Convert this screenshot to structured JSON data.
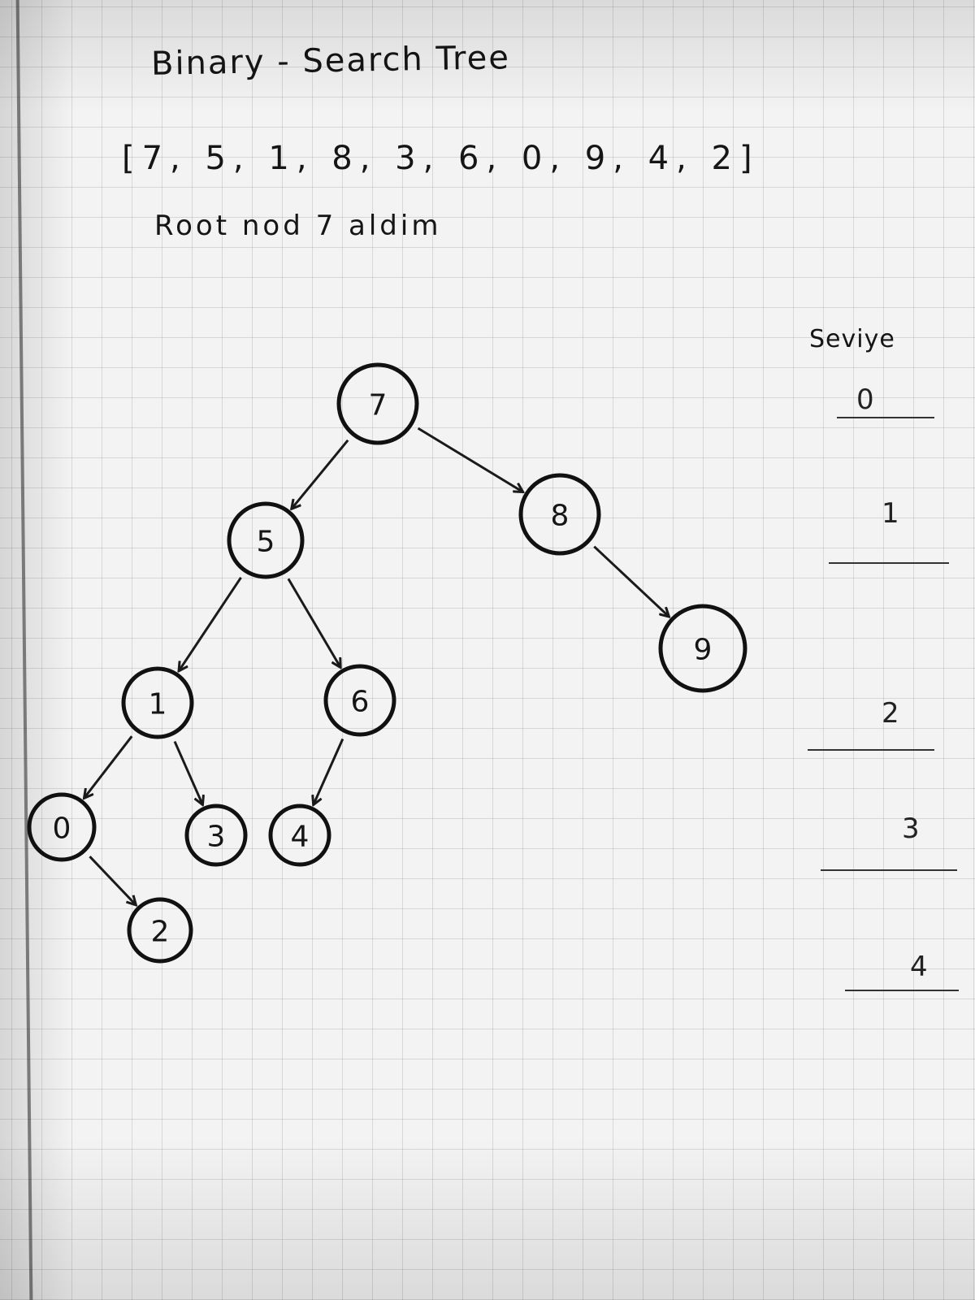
{
  "title": "Binary - Search Tree",
  "sequence": "[7, 5, 1, 8, 3, 6, 0, 9, 4, 2]",
  "root_note": "Root nod 7 aldim",
  "tree": {
    "nodes": [
      {
        "id": "n7",
        "label": "7"
      },
      {
        "id": "n5",
        "label": "5"
      },
      {
        "id": "n8",
        "label": "8"
      },
      {
        "id": "n9",
        "label": "9"
      },
      {
        "id": "n1",
        "label": "1"
      },
      {
        "id": "n6",
        "label": "6"
      },
      {
        "id": "n0",
        "label": "0"
      },
      {
        "id": "n3",
        "label": "3"
      },
      {
        "id": "n4",
        "label": "4"
      },
      {
        "id": "n2",
        "label": "2"
      }
    ],
    "edges": [
      {
        "from": "n7",
        "to": "n5"
      },
      {
        "from": "n7",
        "to": "n8"
      },
      {
        "from": "n8",
        "to": "n9"
      },
      {
        "from": "n5",
        "to": "n1"
      },
      {
        "from": "n5",
        "to": "n6"
      },
      {
        "from": "n1",
        "to": "n0"
      },
      {
        "from": "n1",
        "to": "n3"
      },
      {
        "from": "n6",
        "to": "n4"
      },
      {
        "from": "n0",
        "to": "n2"
      }
    ]
  },
  "levels": {
    "heading": "Seviye",
    "items": [
      "0",
      "1",
      "2",
      "3",
      "4"
    ]
  }
}
